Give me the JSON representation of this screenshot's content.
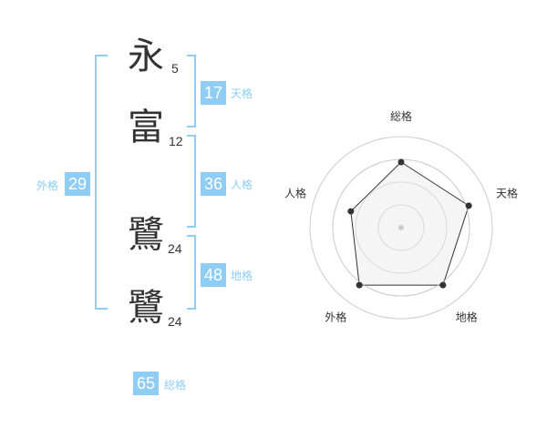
{
  "name": {
    "chars": [
      {
        "char": "永",
        "strokes": "5"
      },
      {
        "char": "富",
        "strokes": "12"
      },
      {
        "char": "鷺",
        "strokes": "24"
      },
      {
        "char": "鷺",
        "strokes": "24"
      }
    ]
  },
  "scores": {
    "tenkaku": {
      "value": "17",
      "label": "天格"
    },
    "jinkaku": {
      "value": "36",
      "label": "人格"
    },
    "chikaku": {
      "value": "48",
      "label": "地格"
    },
    "gaikaku": {
      "value": "29",
      "label": "外格"
    },
    "soukaku": {
      "value": "65",
      "label": "総格"
    }
  },
  "chart_data": {
    "type": "radar",
    "axes": [
      "総格",
      "天格",
      "地格",
      "外格",
      "人格"
    ],
    "values": [
      0.72,
      0.78,
      0.78,
      0.78,
      0.58
    ],
    "range": [
      0,
      1
    ],
    "rings": 4,
    "colors": {
      "fill": "#f2f2f2",
      "stroke": "#333333",
      "grid": "#cccccc",
      "point": "#333333"
    }
  }
}
